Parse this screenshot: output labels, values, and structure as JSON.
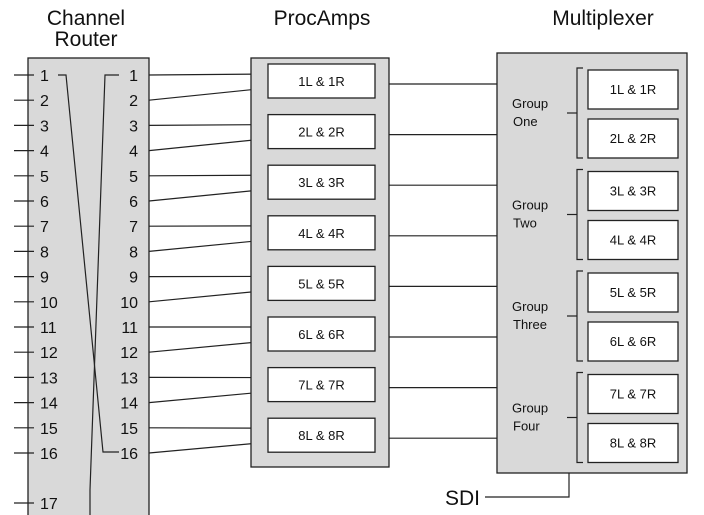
{
  "headers": {
    "channel_router_line1": "Channel",
    "channel_router_line2": "Router",
    "procamps": "ProcAmps",
    "multiplexer": "Multiplexer"
  },
  "router": {
    "input_numbers": [
      "1",
      "2",
      "3",
      "4",
      "5",
      "6",
      "7",
      "8",
      "9",
      "10",
      "11",
      "12",
      "13",
      "14",
      "15",
      "16",
      "17"
    ],
    "output_numbers": [
      "1",
      "2",
      "3",
      "4",
      "5",
      "6",
      "7",
      "8",
      "9",
      "10",
      "11",
      "12",
      "13",
      "14",
      "15",
      "16"
    ]
  },
  "procamps": [
    "1L & 1R",
    "2L & 2R",
    "3L & 3R",
    "4L & 4R",
    "5L & 5R",
    "6L & 6R",
    "7L & 7R",
    "8L & 8R"
  ],
  "multiplexer": {
    "groups": [
      {
        "line1": "Group",
        "line2": "One",
        "boxes": [
          "1L & 1R",
          "2L & 2R"
        ]
      },
      {
        "line1": "Group",
        "line2": "Two",
        "boxes": [
          "3L & 3R",
          "4L & 4R"
        ]
      },
      {
        "line1": "Group",
        "line2": "Three",
        "boxes": [
          "5L & 5R",
          "6L & 6R"
        ]
      },
      {
        "line1": "Group",
        "line2": "Four",
        "boxes": [
          "7L & 7R",
          "8L & 8R"
        ]
      }
    ]
  },
  "output_label": "SDI"
}
